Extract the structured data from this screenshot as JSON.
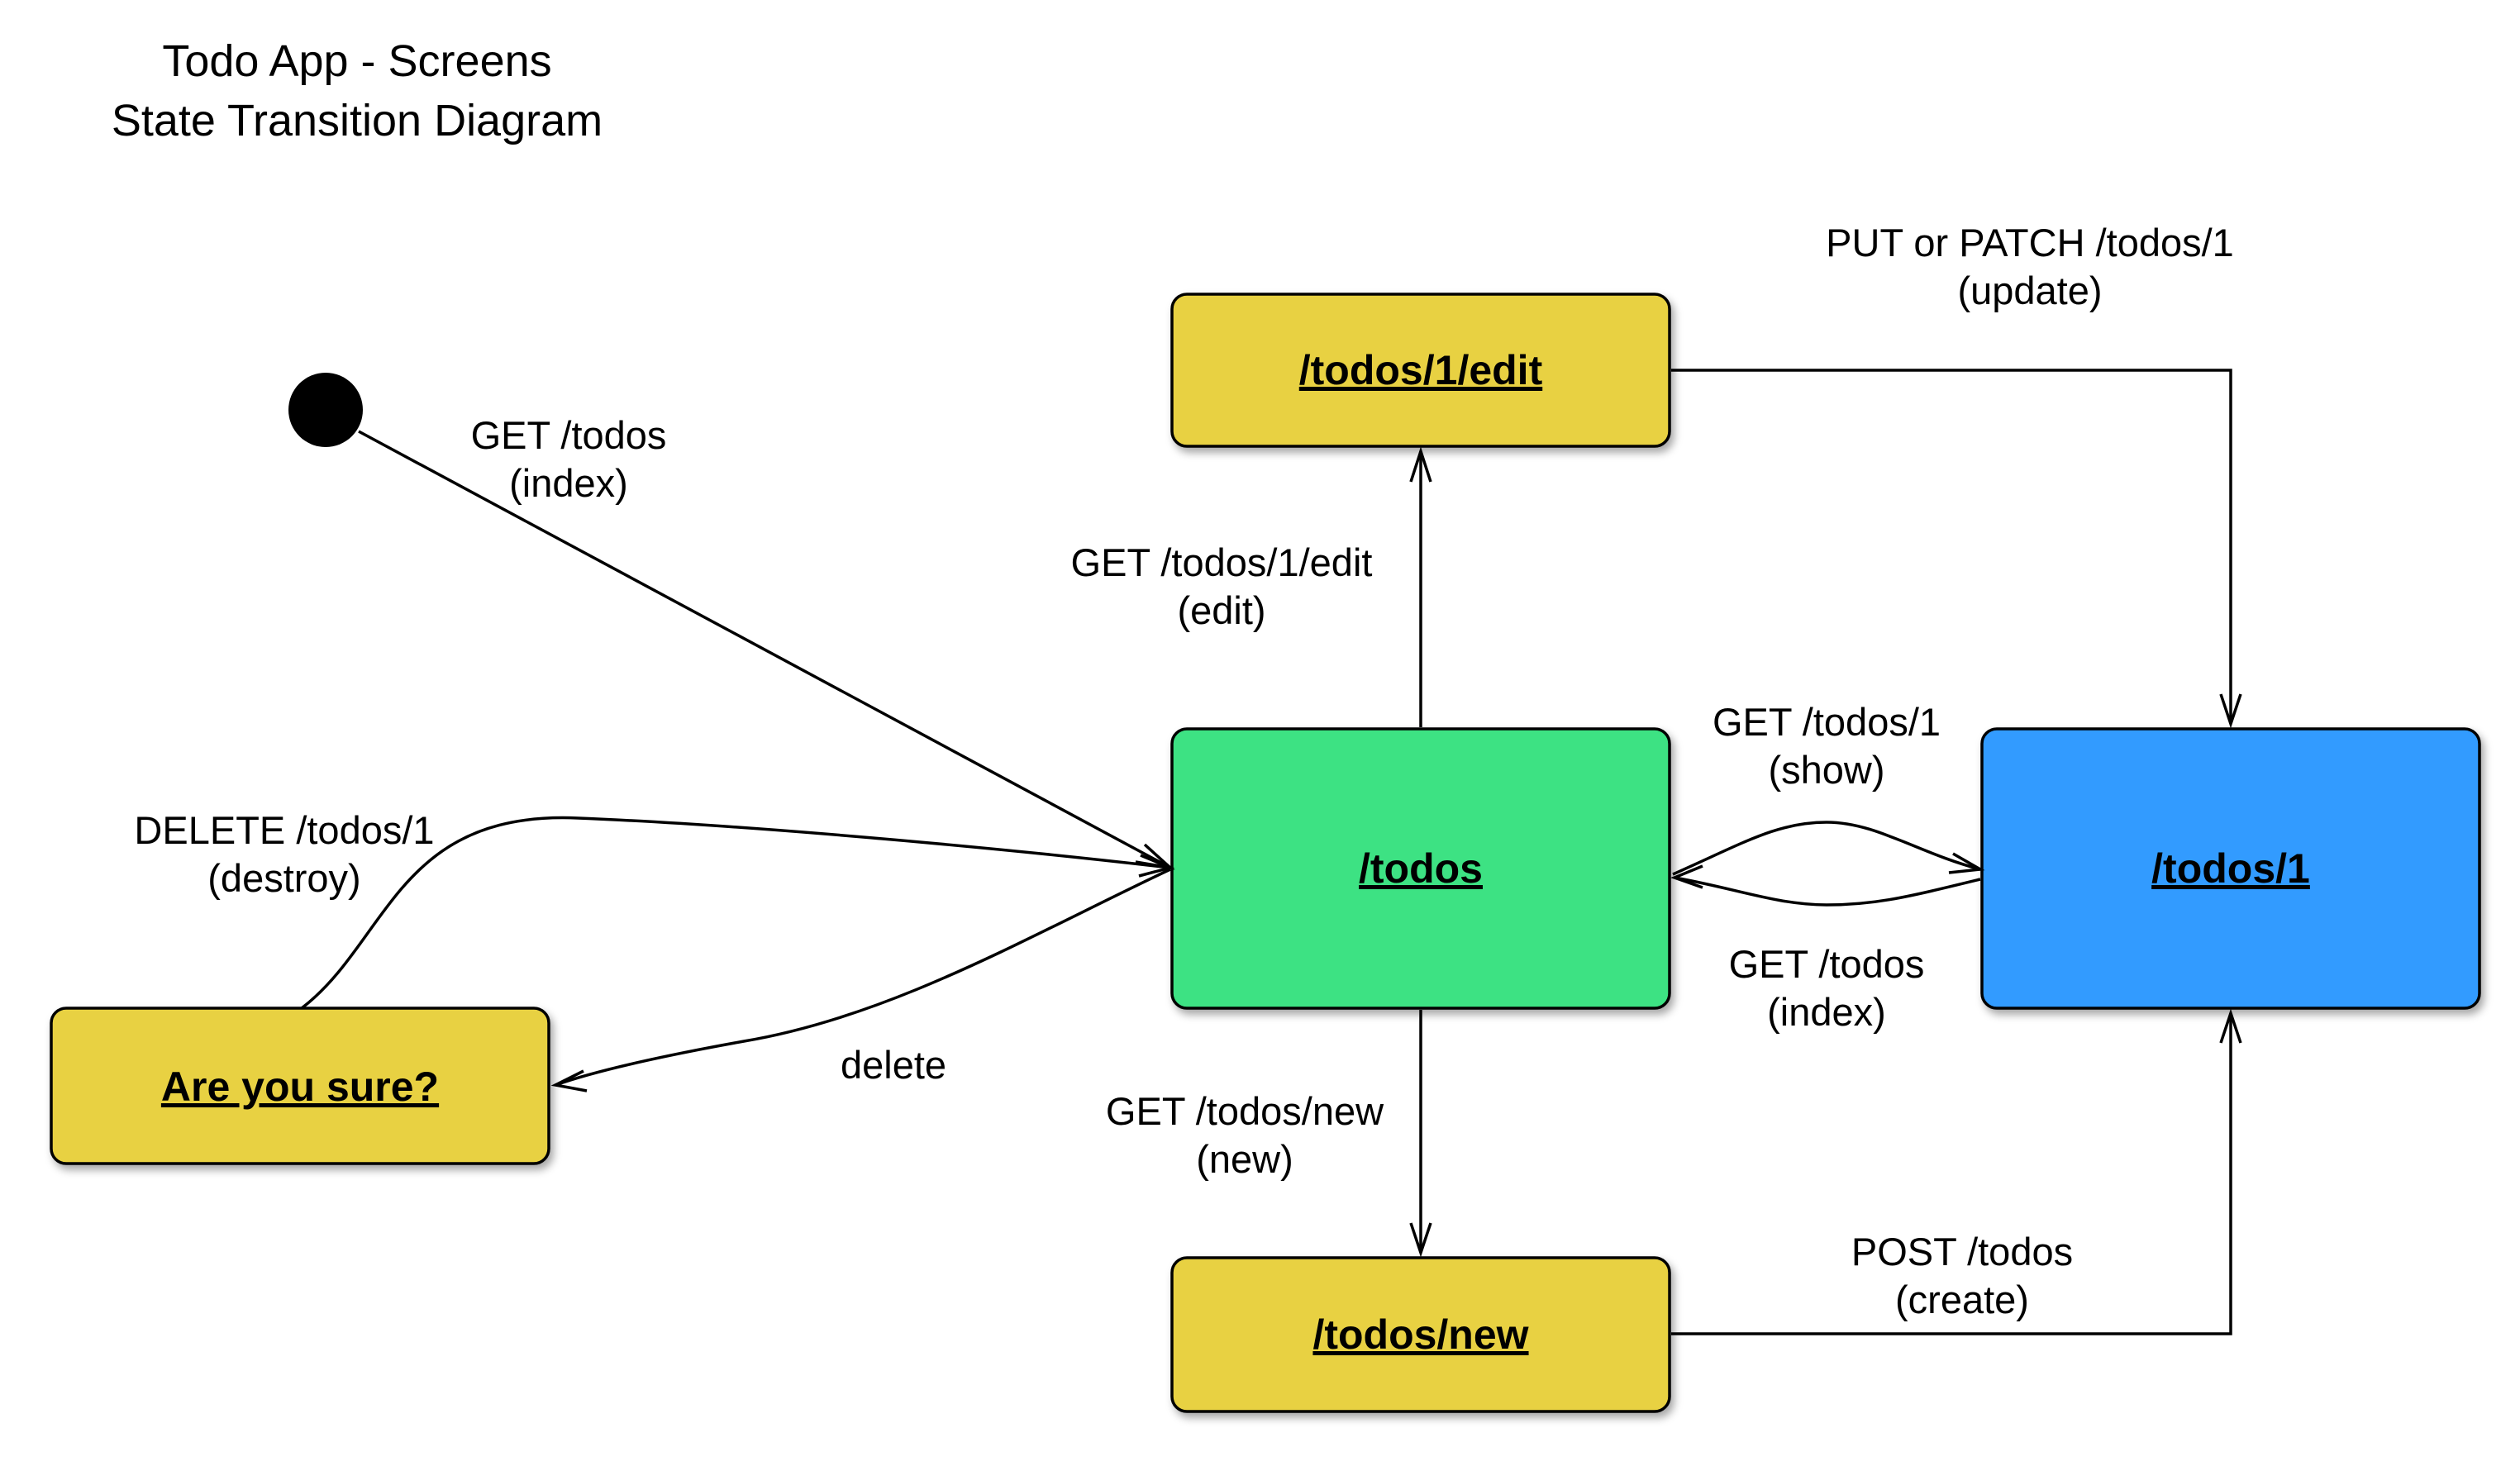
{
  "title": {
    "line1": "Todo App - Screens",
    "line2": "State Transition Diagram"
  },
  "colors": {
    "yellow": "#E8D143",
    "green": "#3EE283",
    "blue": "#339BFF",
    "stroke": "#000000"
  },
  "states": {
    "edit": "/todos/1/edit",
    "index": "/todos",
    "show": "/todos/1",
    "new": "/todos/new",
    "confirm": "Are you sure?"
  },
  "transitions": {
    "start_to_index": {
      "line1": "GET /todos",
      "line2": "(index)"
    },
    "index_to_edit": {
      "line1": "GET /todos/1/edit",
      "line2": "(edit)"
    },
    "edit_to_show": {
      "line1": "PUT or PATCH /todos/1",
      "line2": "(update)"
    },
    "index_to_show": {
      "line1": "GET /todos/1",
      "line2": "(show)"
    },
    "show_to_index": {
      "line1": "GET /todos",
      "line2": "(index)"
    },
    "index_to_new": {
      "line1": "GET /todos/new",
      "line2": "(new)"
    },
    "new_to_show": {
      "line1": "POST /todos",
      "line2": "(create)"
    },
    "confirm_to_index": {
      "line1": "DELETE /todos/1",
      "line2": "(destroy)"
    },
    "index_to_confirm": {
      "line1": "delete"
    }
  }
}
